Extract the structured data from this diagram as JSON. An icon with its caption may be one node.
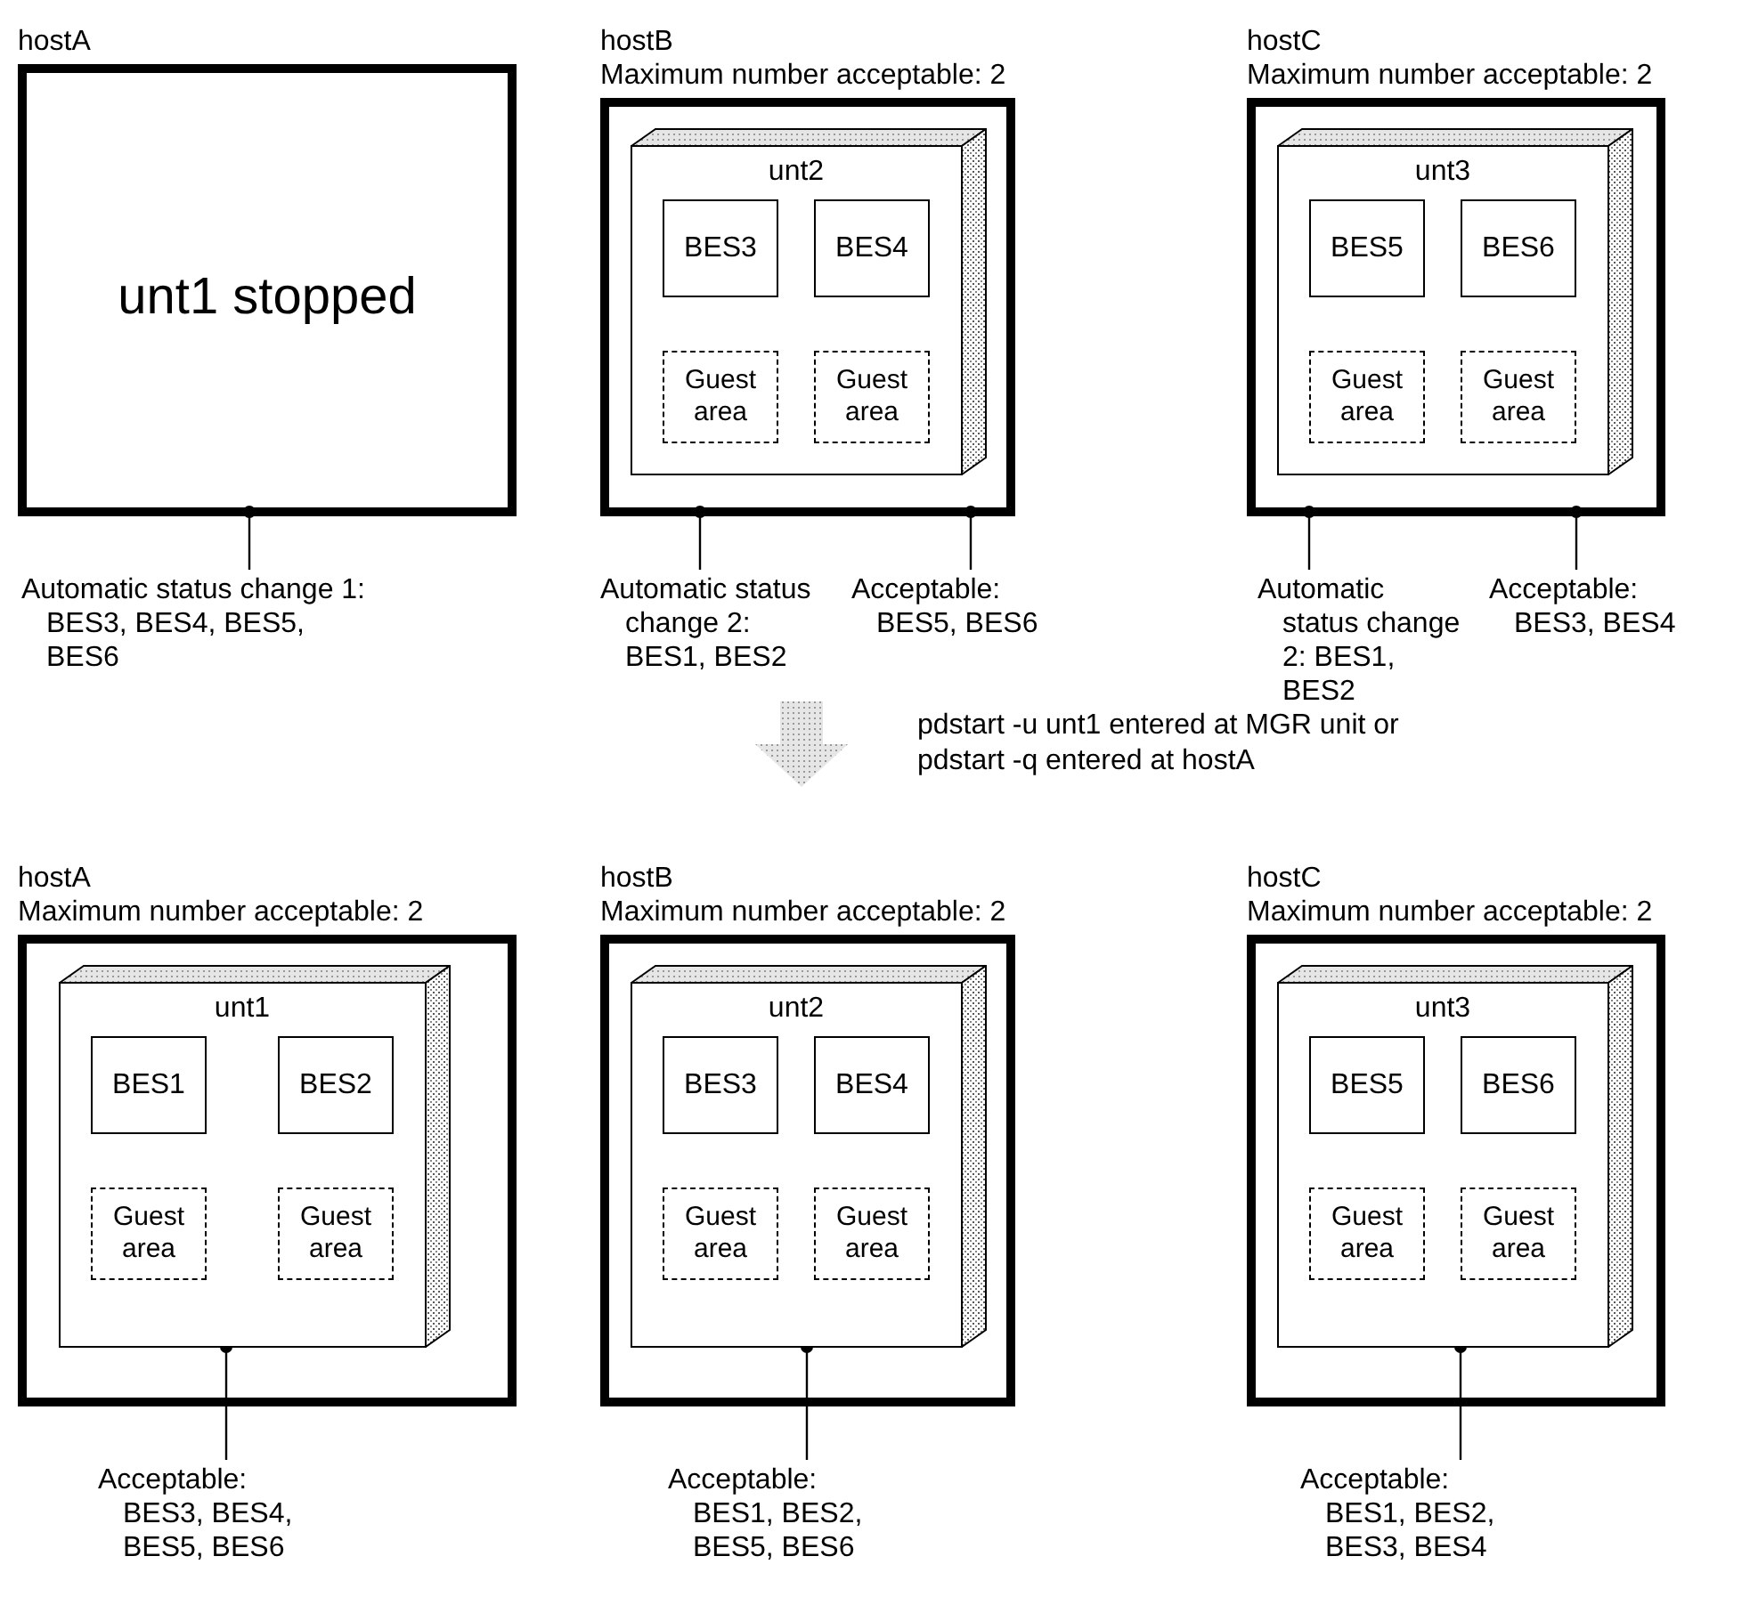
{
  "diagram": {
    "nodes": [
      {
        "text": [
          "hostA",
          "unt1 stopped"
        ]
      },
      {
        "text": [
          "hostB",
          "Maximum number acceptable: 2"
        ]
      },
      {
        "text": [
          "unt2"
        ],
        "in": 1
      },
      {
        "text": [
          "BES3"
        ],
        "in": 2
      },
      {
        "text": [
          "BES4"
        ],
        "in": 2
      },
      {
        "text": [
          "Guest area"
        ],
        "in": 2
      },
      {
        "text": [
          "Guest area"
        ],
        "in": 2
      },
      {
        "text": [
          "hostC",
          "Maximum number acceptable: 2"
        ]
      },
      {
        "text": [
          "unt3"
        ],
        "in": 7
      },
      {
        "text": [
          "BES5"
        ],
        "in": 8
      },
      {
        "text": [
          "BES6"
        ],
        "in": 8
      },
      {
        "text": [
          "Guest area"
        ],
        "in": 8
      },
      {
        "text": [
          "Guest area"
        ],
        "in": 8
      },
      {
        "text": [
          "Automatic status change 1: BES3, BES4, BES5, BES6"
        ]
      },
      {
        "text": [
          "Automatic status change 2: BES1, BES2"
        ]
      },
      {
        "text": [
          "Acceptable: BES5, BES6"
        ]
      },
      {
        "text": [
          "Automatic status change 2: BES1, BES2"
        ]
      },
      {
        "text": [
          "Acceptable: BES3, BES4"
        ]
      },
      {
        "text": [
          "hostA",
          "Maximum number acceptable: 2"
        ]
      },
      {
        "text": [
          "unt1"
        ],
        "in": 18
      },
      {
        "text": [
          "BES1"
        ],
        "in": 19
      },
      {
        "text": [
          "BES2"
        ],
        "in": 19
      },
      {
        "text": [
          "Guest area"
        ],
        "in": 19
      },
      {
        "text": [
          "Guest area"
        ],
        "in": 19
      },
      {
        "text": [
          "hostB",
          "Maximum number acceptable: 2"
        ]
      },
      {
        "text": [
          "unt2"
        ],
        "in": 24
      },
      {
        "text": [
          "BES3"
        ],
        "in": 25
      },
      {
        "text": [
          "BES4"
        ],
        "in": 25
      },
      {
        "text": [
          "Guest area"
        ],
        "in": 25
      },
      {
        "text": [
          "Guest area"
        ],
        "in": 25
      },
      {
        "text": [
          "hostC",
          "Maximum number acceptable: 2"
        ]
      },
      {
        "text": [
          "unt3"
        ],
        "in": 30
      },
      {
        "text": [
          "BES5"
        ],
        "in": 31
      },
      {
        "text": [
          "BES6"
        ],
        "in": 31
      },
      {
        "text": [
          "Guest area"
        ],
        "in": 31
      },
      {
        "text": [
          "Guest area"
        ],
        "in": 31
      },
      {
        "text": [
          "Acceptable: BES3, BES4, BES5, BES6"
        ]
      },
      {
        "text": [
          "Acceptable: BES1, BES2, BES5, BES6"
        ]
      },
      {
        "text": [
          "Acceptable: BES1, BES2, BES3, BES4"
        ]
      }
    ],
    "edges": [
      {
        "from": 13,
        "to": 0,
        "arrow": "other"
      },
      {
        "from": 14,
        "to": 1,
        "arrow": "other"
      },
      {
        "from": 15,
        "to": 1,
        "arrow": "other"
      },
      {
        "from": 16,
        "to": 7,
        "arrow": "other"
      },
      {
        "from": 17,
        "to": 7,
        "arrow": "other"
      },
      {
        "from": 36,
        "to": 19,
        "arrow": "other"
      },
      {
        "from": 37,
        "to": 25,
        "arrow": "other"
      },
      {
        "from": 38,
        "to": 31,
        "arrow": "other"
      }
    ],
    "labels": [
      "pdstart -u unt1 entered at MGR unit or pdstart -q entered at hostA"
    ]
  }
}
